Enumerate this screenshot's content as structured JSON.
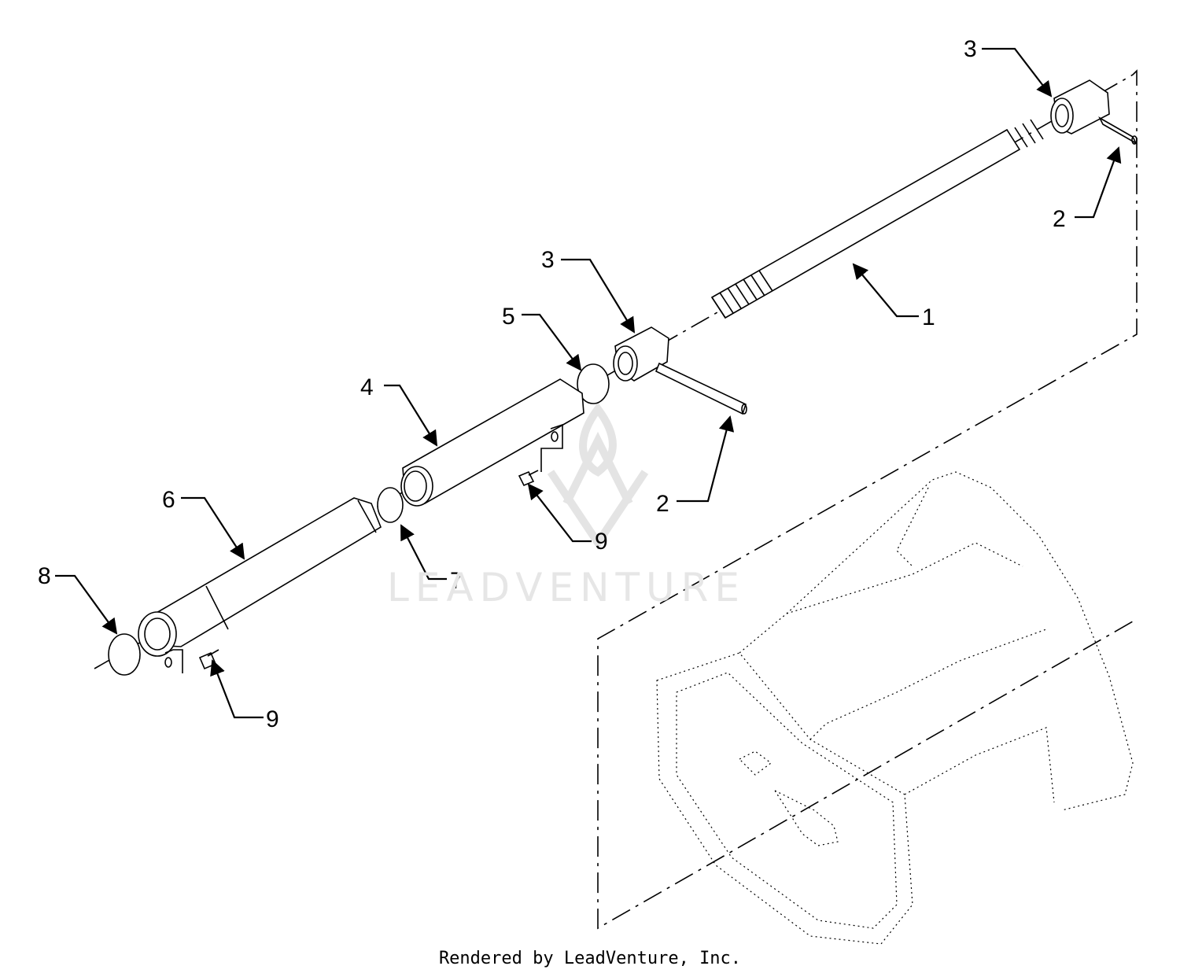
{
  "callouts": [
    {
      "id": "c1",
      "label": "1"
    },
    {
      "id": "c2a",
      "label": "2"
    },
    {
      "id": "c2b",
      "label": "2"
    },
    {
      "id": "c3a",
      "label": "3"
    },
    {
      "id": "c3b",
      "label": "3"
    },
    {
      "id": "c4",
      "label": "4"
    },
    {
      "id": "c5",
      "label": "5"
    },
    {
      "id": "c6",
      "label": "6"
    },
    {
      "id": "c7",
      "label": "7"
    },
    {
      "id": "c8",
      "label": "8"
    },
    {
      "id": "c9a",
      "label": "9"
    },
    {
      "id": "c9b",
      "label": "9"
    }
  ],
  "watermark": "LEADVENTURE",
  "footer": "Rendered by LeadVenture, Inc.",
  "colors": {
    "ink": "#000000",
    "watermark": "#e6e6e6",
    "background": "#ffffff"
  }
}
